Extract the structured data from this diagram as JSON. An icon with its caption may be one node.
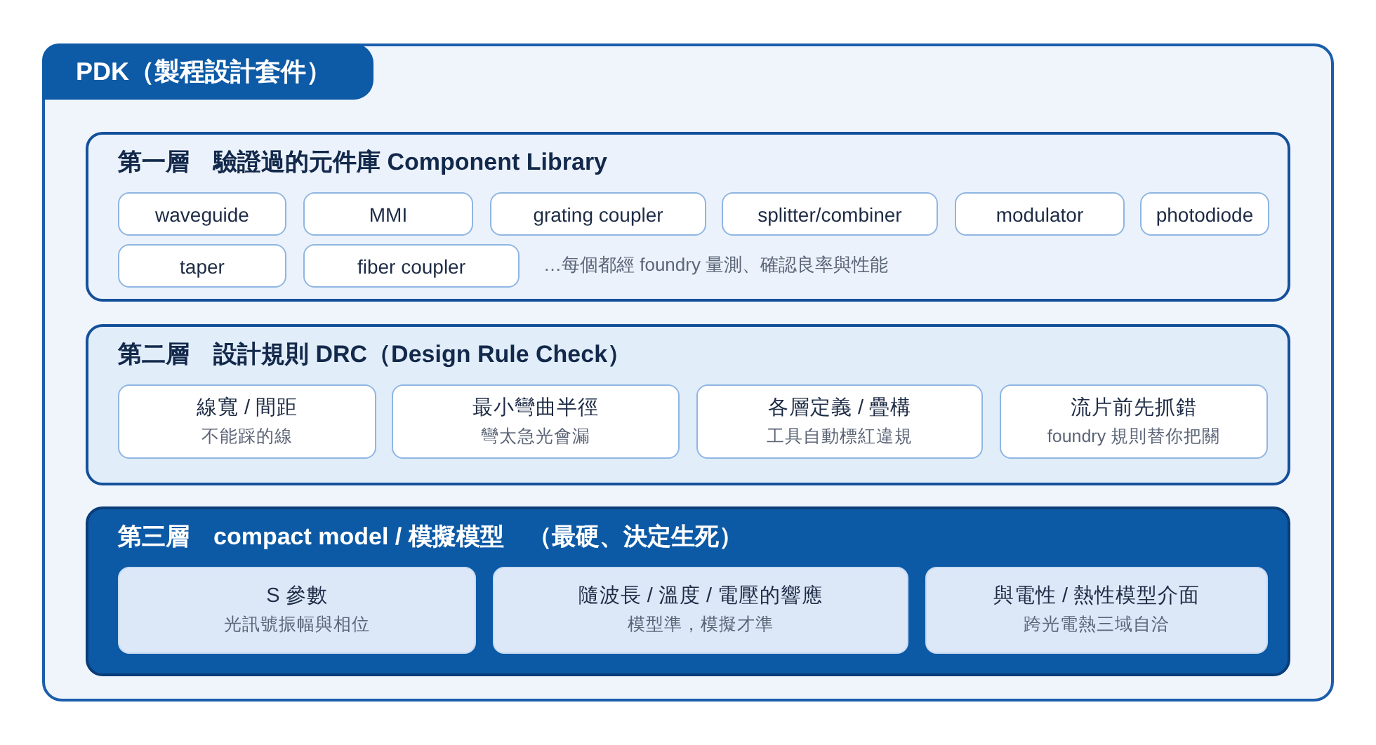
{
  "diagram": {
    "nodes": [
      {
        "text": [
          "PDK（製程設計套件）"
        ]
      },
      {
        "text": [
          "第一層　驗證過的元件庫 Component Library",
          "…每個都經 foundry 量測、確認良率與性能"
        ],
        "in": 0
      },
      {
        "text": [
          "waveguide"
        ],
        "in": 1
      },
      {
        "text": [
          "MMI"
        ],
        "in": 1
      },
      {
        "text": [
          "grating coupler"
        ],
        "in": 1
      },
      {
        "text": [
          "splitter/combiner"
        ],
        "in": 1
      },
      {
        "text": [
          "modulator"
        ],
        "in": 1
      },
      {
        "text": [
          "photodiode"
        ],
        "in": 1
      },
      {
        "text": [
          "taper"
        ],
        "in": 1
      },
      {
        "text": [
          "fiber coupler"
        ],
        "in": 1
      },
      {
        "text": [
          "第二層　設計規則 DRC（Design Rule Check）"
        ],
        "in": 0
      },
      {
        "text": [
          "線寬 / 間距",
          "不能踩的線"
        ],
        "in": 10
      },
      {
        "text": [
          "最小彎曲半徑",
          "彎太急光會漏"
        ],
        "in": 10
      },
      {
        "text": [
          "各層定義 / 疊構",
          "工具自動標紅違規"
        ],
        "in": 10
      },
      {
        "text": [
          "流片前先抓錯",
          "foundry 規則替你把關"
        ],
        "in": 10
      },
      {
        "text": [
          "第三層　compact model / 模擬模型　（最硬、決定生死）"
        ],
        "in": 0
      },
      {
        "text": [
          "S 參數",
          "光訊號振幅與相位"
        ],
        "in": 15
      },
      {
        "text": [
          "隨波長 / 溫度 / 電壓的響應",
          "模型準，模擬才準"
        ],
        "in": 15
      },
      {
        "text": [
          "與電性 / 熱性模型介面",
          "跨光電熱三域自洽"
        ],
        "in": 15
      }
    ]
  }
}
